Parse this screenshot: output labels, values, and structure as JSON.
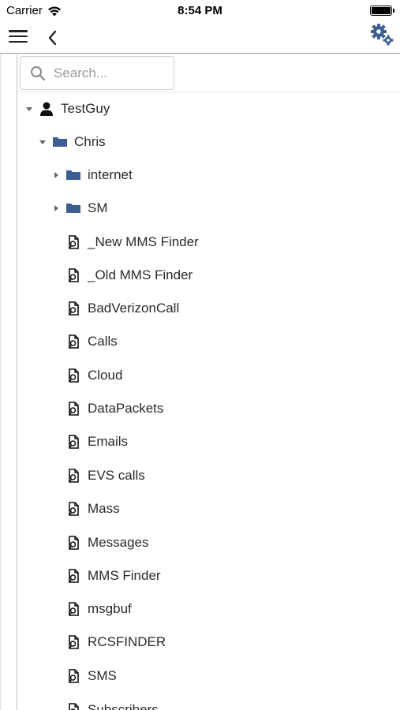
{
  "status_bar": {
    "carrier": "Carrier",
    "time": "8:54 PM",
    "battery_level": 1.0
  },
  "search": {
    "placeholder": "Search..."
  },
  "colors": {
    "folder": "#3b5f91",
    "gear": "#3b5f91",
    "text": "#2a2a2a"
  },
  "tree": {
    "root": {
      "label": "TestGuy",
      "icon": "user-icon",
      "expanded": true
    },
    "folder": {
      "label": "Chris",
      "icon": "folder-icon",
      "expanded": true
    },
    "subfolders": [
      {
        "label": "internet",
        "icon": "folder-icon",
        "expanded": false
      },
      {
        "label": "SM",
        "icon": "folder-icon",
        "expanded": false
      }
    ],
    "items": [
      {
        "label": "_New MMS Finder",
        "icon": "report-icon"
      },
      {
        "label": "_Old MMS Finder",
        "icon": "report-icon"
      },
      {
        "label": "BadVerizonCall",
        "icon": "report-icon"
      },
      {
        "label": "Calls",
        "icon": "report-icon"
      },
      {
        "label": "Cloud",
        "icon": "report-icon"
      },
      {
        "label": "DataPackets",
        "icon": "report-icon"
      },
      {
        "label": "Emails",
        "icon": "report-icon"
      },
      {
        "label": "EVS calls",
        "icon": "report-icon"
      },
      {
        "label": "Mass",
        "icon": "report-icon"
      },
      {
        "label": "Messages",
        "icon": "report-icon"
      },
      {
        "label": "MMS Finder",
        "icon": "report-icon"
      },
      {
        "label": "msgbuf",
        "icon": "report-icon"
      },
      {
        "label": "RCSFINDER",
        "icon": "report-icon"
      },
      {
        "label": "SMS",
        "icon": "report-icon"
      },
      {
        "label": "Subscribers",
        "icon": "report-icon"
      }
    ]
  }
}
